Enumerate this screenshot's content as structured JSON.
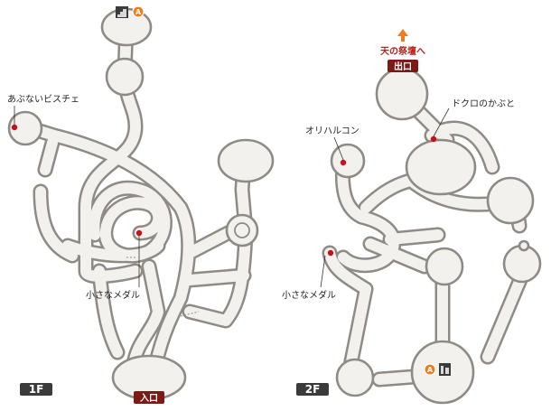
{
  "floors": {
    "first": {
      "label": "1F"
    },
    "second": {
      "label": "2F"
    }
  },
  "markers": {
    "entrance": "入口",
    "exit": "出口",
    "destination": "天の祭壇へ",
    "warp_letter": "A"
  },
  "treasures": {
    "f1_bisuche": "あぶないビスチェ",
    "f1_small_medal": "小さなメダル",
    "f2_orichalcum": "オリハルコン",
    "f2_small_medal": "小さなメダル",
    "f2_skull_helm": "ドクロのかぶと"
  },
  "colors": {
    "corridor_fill": "#f3f1ee",
    "corridor_edge": "#8f8a84",
    "treasure_dot": "#c8101a",
    "floor_badge": "#3b3b3b",
    "entrance_exit_tag": "#7c1a16",
    "warp_marker": "#f07c1e",
    "arrow": "#f07c1e"
  }
}
